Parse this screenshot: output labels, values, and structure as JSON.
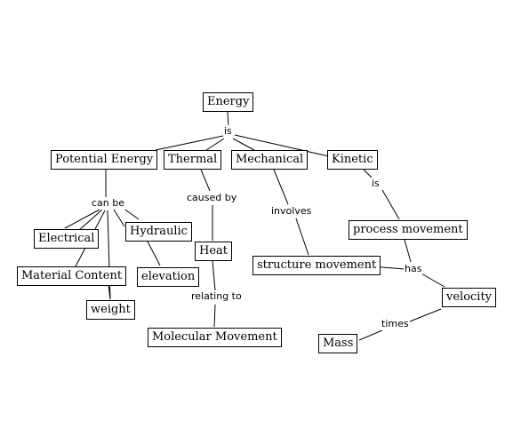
{
  "concept_map": {
    "nodes": {
      "energy": "Energy",
      "potential_energy": "Potential Energy",
      "thermal": "Thermal",
      "mechanical": "Mechanical",
      "kinetic": "Kinetic",
      "electrical": "Electrical",
      "hydraulic": "Hydraulic",
      "material_content": "Material Content",
      "elevation": "elevation",
      "weight": "weight",
      "heat": "Heat",
      "molecular_movement": "Molecular Movement",
      "structure_movement": "structure movement",
      "process_movement": "process movement",
      "velocity": "velocity",
      "mass": "Mass"
    },
    "links": {
      "is_top": "is",
      "can_be": "can be",
      "caused_by": "caused by",
      "relating_to": "relating to",
      "involves": "involves",
      "is_kinetic": "is",
      "has": "has",
      "times": "times"
    }
  }
}
